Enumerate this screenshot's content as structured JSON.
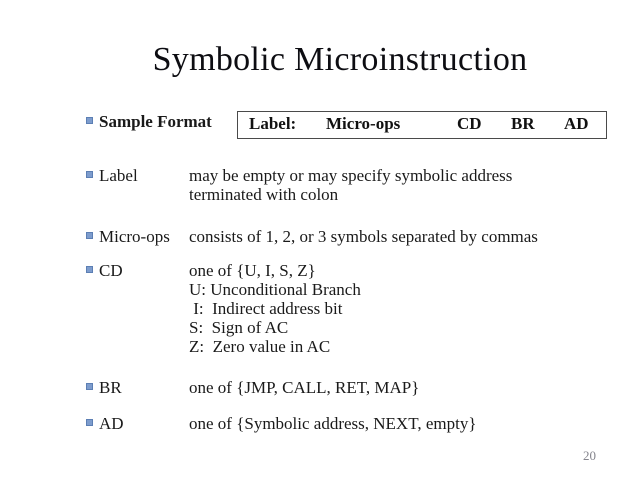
{
  "slide": {
    "title": "Symbolic Microinstruction",
    "page_number": "20",
    "colors": {
      "background": "#ffffff",
      "title_text": "#0d0d12",
      "body_text": "#1a1a1a",
      "bullet_fill": "#7d9ccd",
      "bullet_border": "#5c7fb4",
      "box_border": "#4a4a4a",
      "page_number_text": "#84848c"
    },
    "sample_format": {
      "label": "Sample Format",
      "box_fields": [
        "Label:",
        "Micro-ops",
        "CD",
        "BR",
        "AD"
      ]
    },
    "definitions": [
      {
        "term": "Label",
        "lines": [
          "may be empty or may specify symbolic address",
          "terminated with colon"
        ]
      },
      {
        "term": "Micro-ops",
        "lines": [
          "consists of 1, 2, or 3 symbols separated by commas"
        ]
      },
      {
        "term": "CD",
        "lines": [
          "one of {U, I, S, Z}",
          "U: Unconditional Branch",
          " I:  Indirect address bit",
          "S:  Sign of AC",
          "Z:  Zero value in AC"
        ]
      },
      {
        "term": "BR",
        "lines": [
          "one of {JMP, CALL, RET, MAP}"
        ]
      },
      {
        "term": "AD",
        "lines": [
          "one of {Symbolic address, NEXT, empty}"
        ]
      }
    ]
  }
}
